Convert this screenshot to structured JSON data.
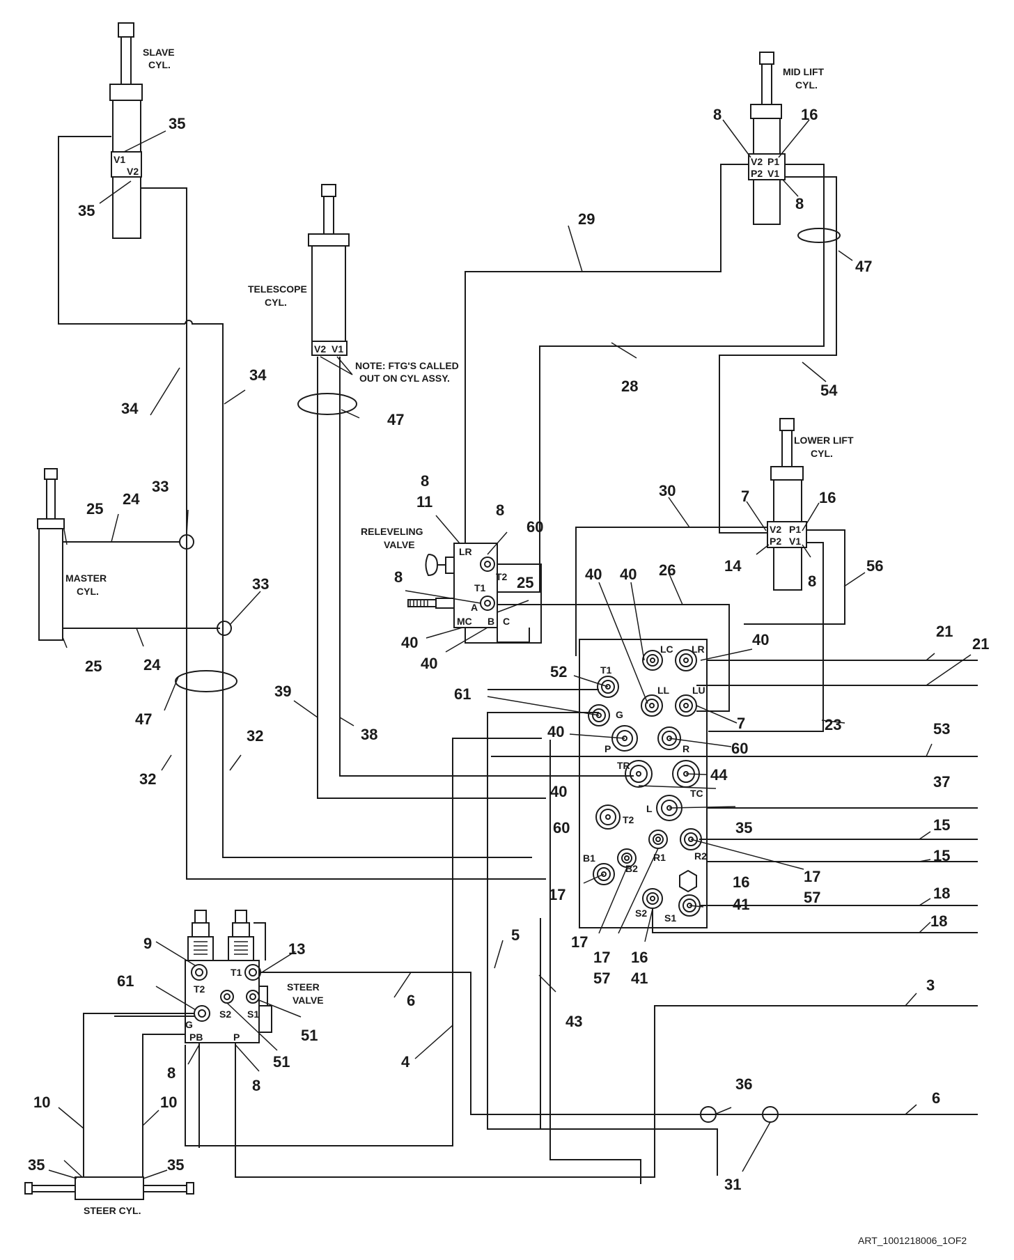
{
  "components": {
    "slave_cyl": [
      "SLAVE",
      "CYL."
    ],
    "mid_lift_cyl": [
      "MID LIFT",
      "CYL."
    ],
    "telescope_cyl": [
      "TELESCOPE",
      "CYL."
    ],
    "lower_lift_cyl": [
      "LOWER LIFT",
      "CYL."
    ],
    "master_cyl": [
      "MASTER",
      "CYL."
    ],
    "releveling_valve": [
      "RELEVELING",
      "VALVE"
    ],
    "steer_valve": [
      "STEER",
      "VALVE"
    ],
    "steer_cyl": "STEER CYL."
  },
  "note": [
    "NOTE: FTG'S CALLED",
    "OUT ON CYL ASSY."
  ],
  "ports": {
    "slave_v1": "V1",
    "slave_v2": "V2",
    "mid_v2": "V2",
    "mid_p1": "P1",
    "mid_p2": "P2",
    "mid_v1": "V1",
    "tele_v2": "V2",
    "tele_v1": "V1",
    "lower_v2": "V2",
    "lower_p1": "P1",
    "lower_p2": "P2",
    "lower_v1": "V1",
    "rv_lr": "LR",
    "rv_t2": "T2",
    "rv_t1": "T1",
    "rv_a": "A",
    "rv_mc": "MC",
    "rv_b": "B",
    "rv_c": "C",
    "mf_lc": "LC",
    "mf_lr": "LR",
    "mf_t1": "T1",
    "mf_ll": "LL",
    "mf_lu": "LU",
    "mf_g": "G",
    "mf_p": "P",
    "mf_r": "R",
    "mf_tr": "TR",
    "mf_tc": "TC",
    "mf_l": "L",
    "mf_t2": "T2",
    "mf_b1": "B1",
    "mf_b2": "B2",
    "mf_r1": "R1",
    "mf_r2": "R2",
    "mf_s2": "S2",
    "mf_s1": "S1",
    "sv_t2": "T2",
    "sv_t1": "T1",
    "sv_g": "G",
    "sv_s2": "S2",
    "sv_s1": "S1",
    "sv_pb": "PB",
    "sv_p": "P"
  },
  "callouts": {
    "c35_a": "35",
    "c35_b": "35",
    "c8_a": "8",
    "c16_a": "16",
    "c8_b": "8",
    "c29": "29",
    "c47_a": "47",
    "c28": "28",
    "c54": "54",
    "c34_a": "34",
    "c34_b": "34",
    "c47_b": "47",
    "c8_c": "8",
    "c11": "11",
    "c8_d": "8",
    "c60_a": "60",
    "c7_a": "7",
    "c16_b": "16",
    "c14": "14",
    "c8_e": "8",
    "c30": "30",
    "c56": "56",
    "c33_a": "33",
    "c33_b": "33",
    "c25_a": "25",
    "c24_a": "24",
    "c25_b": "25",
    "c24_b": "24",
    "c8_f": "8",
    "c25_c": "25",
    "c40_a": "40",
    "c40_b": "40",
    "c40_c": "40",
    "c40_d": "40",
    "c26": "26",
    "c40_e": "40",
    "c21_a": "21",
    "c21_b": "21",
    "c52": "52",
    "c61_a": "61",
    "c7_b": "7",
    "c23": "23",
    "c47_c": "47",
    "c39": "39",
    "c38": "38",
    "c40_f": "40",
    "c60_b": "60",
    "c53": "53",
    "c32_a": "32",
    "c32_b": "32",
    "c44": "44",
    "c40_g": "40",
    "c37": "37",
    "c60_c": "60",
    "c35_c": "35",
    "c15_a": "15",
    "c15_b": "15",
    "c17_a": "17",
    "c57_a": "57",
    "c17_b": "17",
    "c16_c": "16",
    "c41_a": "41",
    "c18_a": "18",
    "c18_b": "18",
    "c9": "9",
    "c13": "13",
    "c61_b": "61",
    "c6_a": "6",
    "c51_a": "51",
    "c51_b": "51",
    "c5": "5",
    "c43": "43",
    "c17_c": "17",
    "c17_d": "17",
    "c57_b": "57",
    "c16_d": "16",
    "c41_b": "41",
    "c3": "3",
    "c4": "4",
    "c8_g": "8",
    "c8_h": "8",
    "c10_a": "10",
    "c10_b": "10",
    "c36": "36",
    "c6_b": "6",
    "c35_d": "35",
    "c35_e": "35",
    "c31": "31"
  },
  "art_id": "ART_1001218006_1OF2"
}
